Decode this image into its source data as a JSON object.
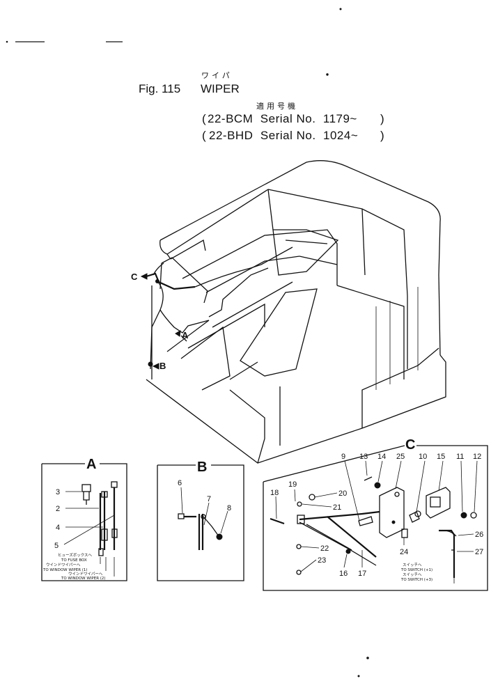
{
  "header": {
    "fig_label": "Fig. 115",
    "title_jp": "ワイパ",
    "title": "WIPER",
    "applicability_jp": "適用号機",
    "serial_lines": [
      "22-BCM  Serial No.  1179~",
      "22-BHD  Serial No.  1024~"
    ]
  },
  "main_view": {
    "callouts": [
      "C",
      "A",
      "B"
    ]
  },
  "detail_a": {
    "label": "A",
    "parts": [
      "3",
      "2",
      "4",
      "5"
    ],
    "notes": [
      "ヒューズボックスへ",
      "TO FUSE BOX",
      "ウインドワイパーへ",
      "TO WINDOW WIPER (1)",
      "ウインドワイパーへ",
      "TO WINDOW WIPER (2)"
    ]
  },
  "detail_b": {
    "label": "B",
    "parts": [
      "6",
      "7",
      "8"
    ]
  },
  "detail_c": {
    "label": "C",
    "parts": [
      "9",
      "13",
      "14",
      "25",
      "10",
      "15",
      "11",
      "12",
      "18",
      "19",
      "20",
      "21",
      "22",
      "23",
      "16",
      "17",
      "24",
      "26",
      "27"
    ],
    "notes": [
      "スイッチへ",
      "TO SWITCH (+1)",
      "スイッチへ",
      "TO SWITCH (+3)"
    ]
  }
}
